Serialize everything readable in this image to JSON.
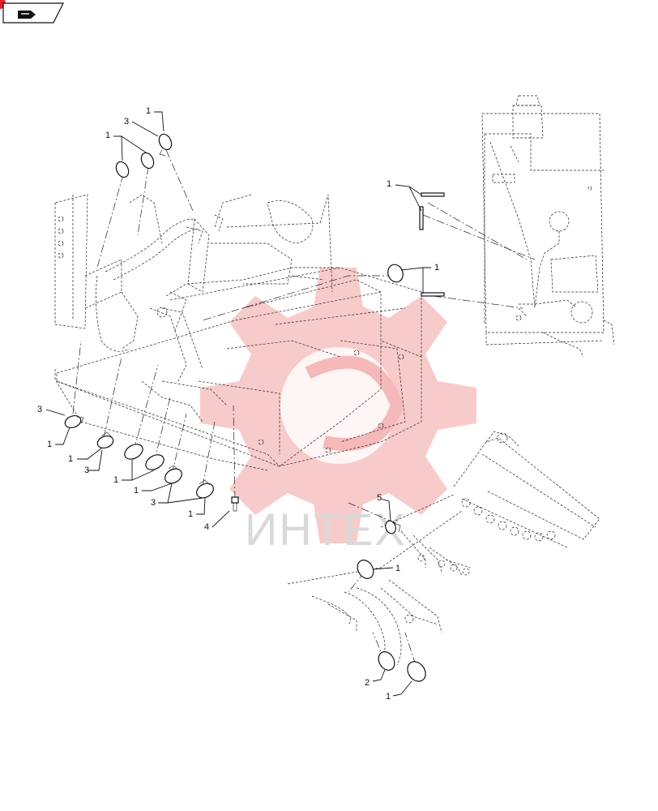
{
  "watermark": {
    "text": "ИНТЕХ",
    "color": "#f5b9b9"
  },
  "nav_icon": {
    "name": "page-turn-icon"
  },
  "callouts": [
    {
      "id": "c1",
      "label": "1"
    },
    {
      "id": "c2",
      "label": "3"
    },
    {
      "id": "c3",
      "label": "1"
    },
    {
      "id": "c4",
      "label": "1"
    },
    {
      "id": "c5",
      "label": "1"
    },
    {
      "id": "c6",
      "label": "3"
    },
    {
      "id": "c7",
      "label": "1"
    },
    {
      "id": "c8",
      "label": "1"
    },
    {
      "id": "c9",
      "label": "3"
    },
    {
      "id": "c10",
      "label": "1"
    },
    {
      "id": "c11",
      "label": "3"
    },
    {
      "id": "c12",
      "label": "1"
    },
    {
      "id": "c13",
      "label": "4"
    },
    {
      "id": "c14",
      "label": "5"
    },
    {
      "id": "c15",
      "label": "1"
    },
    {
      "id": "c16",
      "label": "2"
    },
    {
      "id": "c17",
      "label": "1"
    }
  ]
}
